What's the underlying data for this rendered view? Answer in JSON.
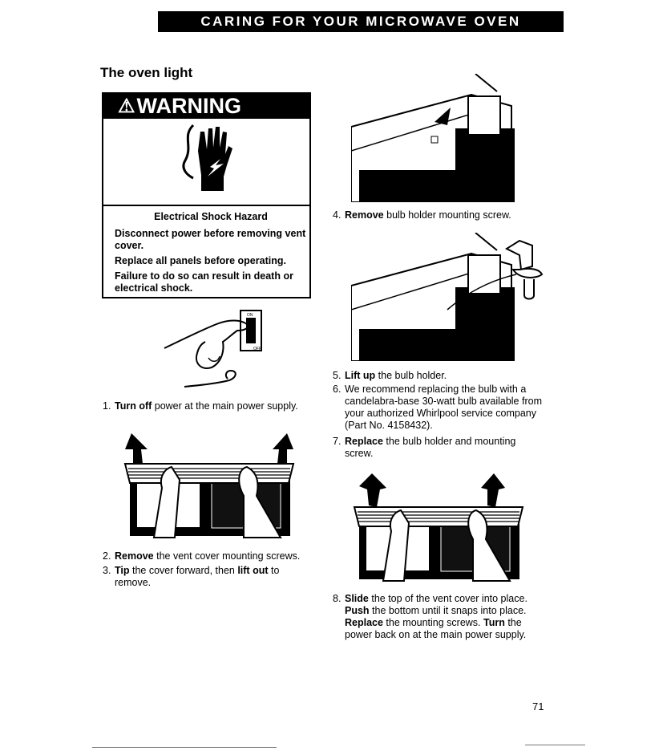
{
  "header": {
    "title": "CARING FOR YOUR MICROWAVE OVEN"
  },
  "section": {
    "title": "The oven light"
  },
  "warning": {
    "symbol": "⚠",
    "label": "WARNING",
    "hazard": "Electrical Shock Hazard",
    "lines": [
      "Disconnect power before removing vent cover.",
      "Replace all panels before operating.",
      "Failure to do so can result in death or electrical shock."
    ]
  },
  "switch_labels": {
    "on": "ON",
    "off": "OFF"
  },
  "steps": [
    {
      "num": "1.",
      "parts": [
        {
          "t": "Turn off",
          "b": true
        },
        {
          "t": " power at the main power supply.",
          "b": false
        }
      ]
    },
    {
      "num": "2.",
      "parts": [
        {
          "t": "Remove",
          "b": true
        },
        {
          "t": " the vent cover mounting screws.",
          "b": false
        }
      ]
    },
    {
      "num": "3.",
      "parts": [
        {
          "t": "Tip",
          "b": true
        },
        {
          "t": " the cover forward, then ",
          "b": false
        },
        {
          "t": "lift out",
          "b": true
        },
        {
          "t": " to remove.",
          "b": false
        }
      ]
    },
    {
      "num": "4.",
      "parts": [
        {
          "t": "Remove",
          "b": true
        },
        {
          "t": " bulb holder mounting screw.",
          "b": false
        }
      ]
    },
    {
      "num": "5.",
      "parts": [
        {
          "t": "Lift up",
          "b": true
        },
        {
          "t": " the bulb holder.",
          "b": false
        }
      ]
    },
    {
      "num": "6.",
      "parts": [
        {
          "t": "We recommend replacing the bulb with a candelabra-base 30-watt bulb available from your authorized Whirlpool service company (Part No. 4158432).",
          "b": false
        }
      ]
    },
    {
      "num": "7.",
      "parts": [
        {
          "t": "Replace",
          "b": true
        },
        {
          "t": " the bulb holder and mounting screw.",
          "b": false
        }
      ]
    },
    {
      "num": "8.",
      "parts": [
        {
          "t": "Slide",
          "b": true
        },
        {
          "t": " the top of the vent cover into place. ",
          "b": false
        },
        {
          "t": "Push",
          "b": true
        },
        {
          "t": " the bottom until it snaps into place. ",
          "b": false
        },
        {
          "t": "Replace",
          "b": true
        },
        {
          "t": " the mounting screws. ",
          "b": false
        },
        {
          "t": "Turn",
          "b": true
        },
        {
          "t": " the power back on at the main power supply.",
          "b": false
        }
      ]
    }
  ],
  "footer": {
    "page_number": "71"
  }
}
